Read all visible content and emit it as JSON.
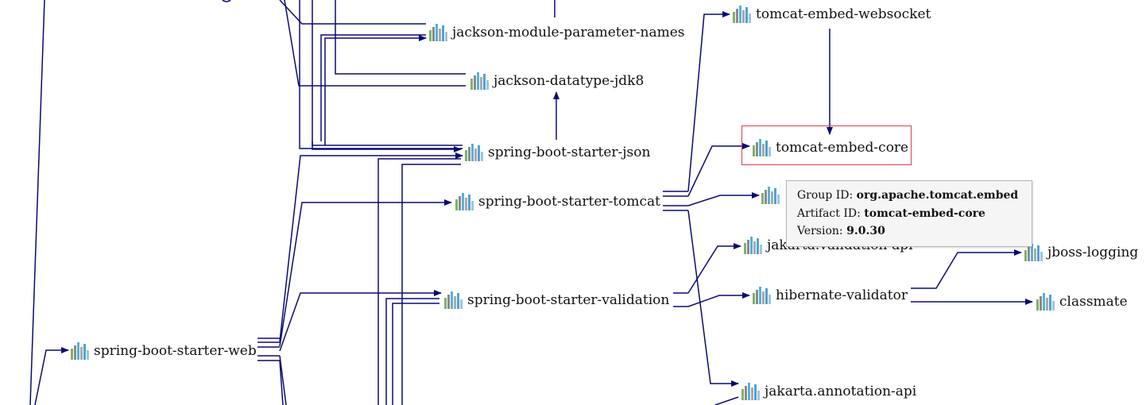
{
  "nodes": {
    "jackson_module_parameter_names": "jackson-module-parameter-names",
    "jackson_datatype_jdk8": "jackson-datatype-jdk8",
    "spring_boot_starter_json": "spring-boot-starter-json",
    "spring_boot_starter_tomcat": "spring-boot-starter-tomcat",
    "spring_boot_starter_validation": "spring-boot-starter-validation",
    "spring_boot_starter_web": "spring-boot-starter-web",
    "tomcat_embed_websocket": "tomcat-embed-websocket",
    "tomcat_embed_core": "tomcat-embed-core",
    "jakarta_validation_api": "jakarta.validation-api",
    "hibernate_validator": "hibernate-validator",
    "jboss_logging": "jboss-logging",
    "classmate": "classmate",
    "jakarta_annotation_api": "jakarta.annotation-api"
  },
  "tooltip": {
    "group_label": "Group ID:",
    "group_value": "org.apache.tomcat.embed",
    "artifact_label": "Artifact ID:",
    "artifact_value": "tomcat-embed-core",
    "version_label": "Version:",
    "version_value": "9.0.30"
  },
  "colors": {
    "edge": "#0b0b74",
    "selection_border": "#d9434a",
    "tooltip_bg": "#f5f5f5",
    "jar_icon_bars": [
      "#7fb26b",
      "#8a8a8a",
      "#5ab0d6",
      "#a9a9a9",
      "#4fa3d1",
      "#9cc6e0"
    ]
  },
  "icons": {
    "node_icon": "jar-icon"
  }
}
